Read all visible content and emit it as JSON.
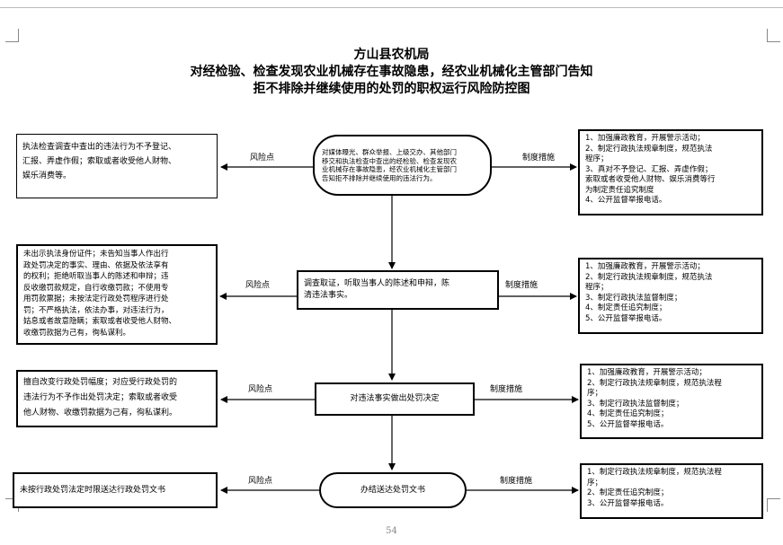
{
  "title": {
    "line1": "方山县农机局",
    "line2": "对经检验、检查发现农业机械存在事故隐患，经农业机械化主管部门告知",
    "line3": "拒不排除并继续使用的处罚的职权运行风险防控图"
  },
  "flow": [
    {
      "step": "对媒体曝光、群众举报、上级交办、其他部门移交和执法检查中查出的经检验、检查发现农业机械存在事故隐患，经农业机械化主管部门告知拒不排除并继续使用的违法行为。",
      "step_lines": [
        "对媒体曝光、群众举报、上级交办、其他部门",
        "移交和执法检查中查出的经检验、检查发现农",
        "业机械存在事故隐患，经农业机械化主管部门",
        "告知拒不排除并继续使用的违法行为。"
      ],
      "risk_label": "风险点",
      "risk_lines": [
        "执法检查调查中查出的违法行为不予登记、",
        "汇报、弄虚作假；索取或者收受他人财物、",
        "娱乐消费等。"
      ],
      "measure_label": "制度措施",
      "measure_lines": [
        "1、加强廉政教育，开展警示活动；",
        "2、制定行政执法规章制度，规范执法",
        "程序；",
        "3、真对不予登记、汇报、弄虚作假；",
        "索取或者收受他人财物、娱乐消费等行",
        "为制定责任追究制度",
        "4、公开监督举报电话。"
      ]
    },
    {
      "step_lines": [
        "调查取证，听取当事人的陈述和申辩，陈",
        "清违法事实。"
      ],
      "risk_label": "风险点",
      "risk_lines": [
        "未出示执法身份证件；未告知当事人作出行",
        "政处罚决定的事实、理由、依据及依法享有",
        "的权利；拒绝听取当事人的陈述和申辩；违",
        "反收缴罚款规定，自行收缴罚款；不使用专",
        "用罚款票据；未按法定行政处罚程序进行处",
        "罚；不严格执法，依法办事，对违法行为，",
        "姑息或者故意隐瞒；索取或者收受他人财物、",
        "收缴罚款据为己有，徇私谋利。"
      ],
      "measure_label": "制度措施",
      "measure_lines": [
        "1、加强廉政教育，开展警示活动；",
        "2、制定行政执法规章制度，规范执法",
        "程序；",
        "3、制定行政执法监督制度；",
        "4、制定责任追究制度；",
        "5、公开监督举报电话。"
      ]
    },
    {
      "step_lines": [
        "对违法事实做出处罚决定"
      ],
      "risk_label": "风险点",
      "risk_lines": [
        "擅自改变行政处罚幅度；对应受行政处罚的",
        "违法行为不予作出处罚决定；索取或者收受",
        "他人财物、收缴罚款据为己有，徇私谋利。"
      ],
      "measure_label": "制度措施",
      "measure_lines": [
        "1、加强廉政教育，开展警示活动；",
        "2、制定行政执法规章制度，规范执法程",
        "序；",
        "3、制定行政执法监督制度；",
        "4、制定责任追究制度；",
        "5、公开监督举报电话。"
      ]
    },
    {
      "step_lines": [
        "办结送达处罚文书"
      ],
      "risk_label": "风险点",
      "risk_lines": [
        "未按行政处罚法定时限送达行政处罚文书"
      ],
      "measure_label": "制度措施",
      "measure_lines": [
        "1、制定行政执法规章制度，规范执法程",
        "序；",
        "2、制定责任追究制度；",
        "3、公开监督举报电话。"
      ]
    }
  ],
  "page_number": "54"
}
